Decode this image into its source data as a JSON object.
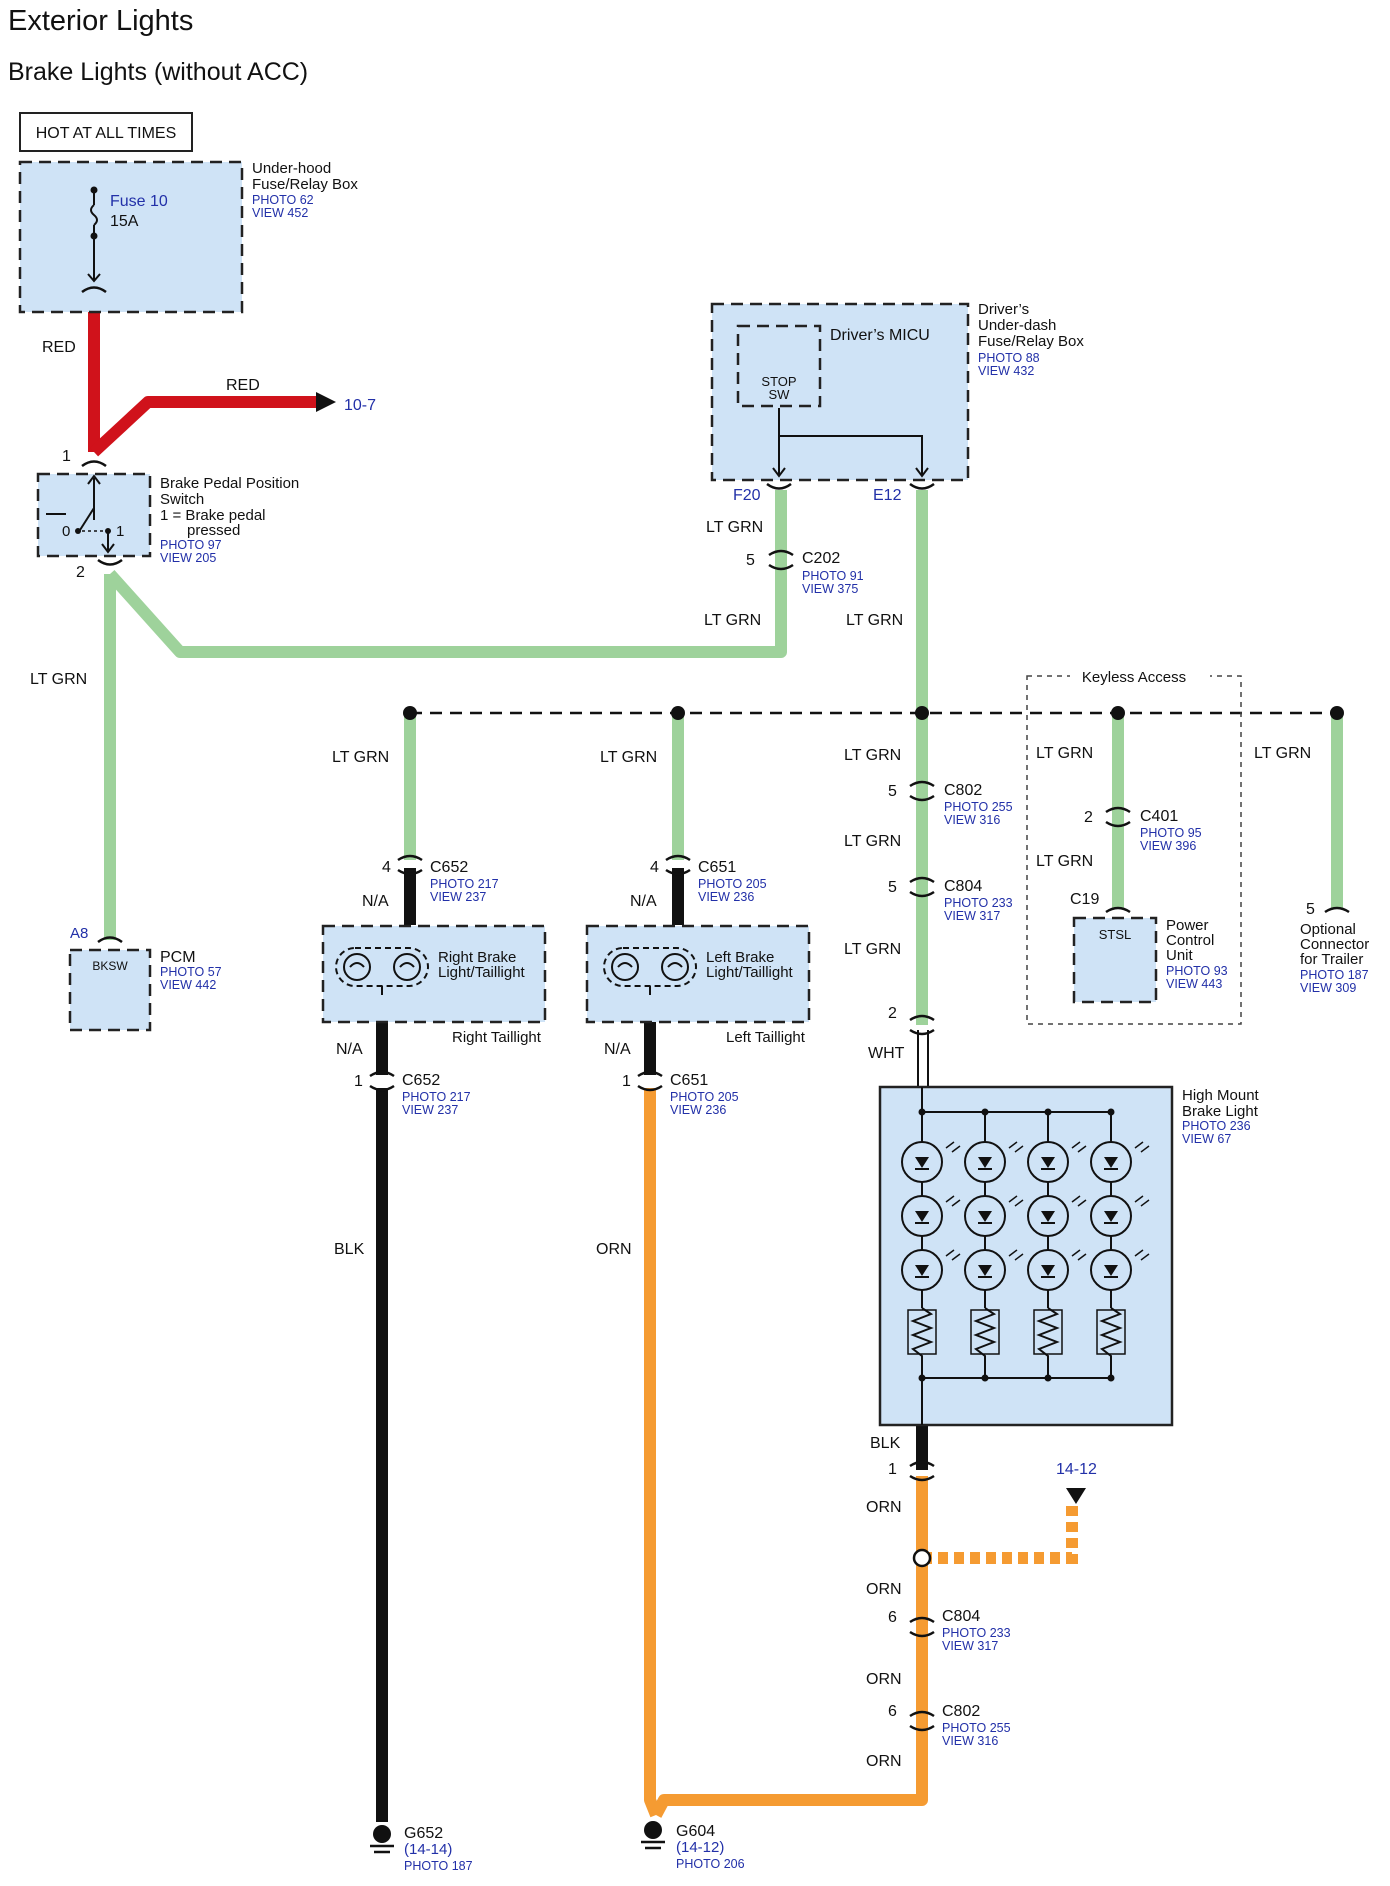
{
  "title": "Exterior Lights",
  "subtitle": "Brake Lights (without ACC)",
  "hot_label": "HOT AT ALL TIMES",
  "underhood": {
    "name1": "Under-hood",
    "name2": "Fuse/Relay Box",
    "photo": "PHOTO 62",
    "view": "VIEW 452",
    "fuse": "Fuse 10",
    "amps": "15A"
  },
  "micu": {
    "box1": "Driver’s",
    "box2": "Under-dash",
    "box3": "Fuse/Relay Box",
    "photo": "PHOTO 88",
    "view": "VIEW 432",
    "inner": "Driver’s MICU",
    "sw1": "STOP",
    "sw2": "SW",
    "pin_f20": "F20",
    "pin_e12": "E12"
  },
  "bpp": {
    "name1": "Brake Pedal Position",
    "name2": "Switch",
    "desc1": "1 = Brake pedal",
    "desc2": "pressed",
    "photo": "PHOTO 97",
    "view": "VIEW 205",
    "pin1": "1",
    "pin2": "2",
    "pos0": "0",
    "pos1": "1"
  },
  "pcm": {
    "name": "PCM",
    "photo": "PHOTO 57",
    "view": "VIEW 442",
    "pin": "A8",
    "inner": "BKSW"
  },
  "right_light": {
    "name1": "Right Brake",
    "name2": "Light/Taillight",
    "tail": "Right Taillight"
  },
  "left_light": {
    "name1": "Left Brake",
    "name2": "Light/Taillight",
    "tail": "Left Taillight"
  },
  "hmsl": {
    "name1": "High Mount",
    "name2": "Brake Light",
    "photo": "PHOTO 236",
    "view": "VIEW 67"
  },
  "keyless": {
    "label": "Keyless Access"
  },
  "pcu": {
    "name1": "Power",
    "name2": "Control",
    "name3": "Unit",
    "photo": "PHOTO 93",
    "view": "VIEW 443",
    "inner": "STSL",
    "conn": "C19"
  },
  "trailer": {
    "name1": "Optional",
    "name2": "Connector",
    "name3": "for Trailer",
    "photo": "PHOTO 187",
    "view": "VIEW 309",
    "pin": "5"
  },
  "refs": {
    "r10_7": "10-7",
    "r14_12": "14-12"
  },
  "wires": {
    "red": "RED",
    "ltgrn": "LT GRN",
    "na": "N/A",
    "blk": "BLK",
    "orn": "ORN",
    "wht": "WHT"
  },
  "connectors": {
    "c202": {
      "name": "C202",
      "pin": "5",
      "photo": "PHOTO 91",
      "view": "VIEW 375"
    },
    "c652a": {
      "name": "C652",
      "pin": "4",
      "photo": "PHOTO 217",
      "view": "VIEW 237"
    },
    "c651a": {
      "name": "C651",
      "pin": "4",
      "photo": "PHOTO 205",
      "view": "VIEW 236"
    },
    "c652b": {
      "name": "C652",
      "pin": "1",
      "photo": "PHOTO 217",
      "view": "VIEW 237"
    },
    "c651b": {
      "name": "C651",
      "pin": "1",
      "photo": "PHOTO 205",
      "view": "VIEW 236"
    },
    "c802a": {
      "name": "C802",
      "pin": "5",
      "photo": "PHOTO 255",
      "view": "VIEW 316"
    },
    "c804a": {
      "name": "C804",
      "pin": "5",
      "photo": "PHOTO 233",
      "view": "VIEW 317"
    },
    "c401": {
      "name": "C401",
      "pin": "2",
      "photo": "PHOTO 95",
      "view": "VIEW 396"
    },
    "hm_pin2": {
      "pin": "2"
    },
    "hm_pin1": {
      "pin": "1"
    },
    "c804b": {
      "name": "C804",
      "pin": "6",
      "photo": "PHOTO 233",
      "view": "VIEW 317"
    },
    "c802b": {
      "name": "C802",
      "pin": "6",
      "photo": "PHOTO 255",
      "view": "VIEW 316"
    }
  },
  "grounds": {
    "g652": {
      "name": "G652",
      "ref": "(14-14)",
      "photo": "PHOTO 187"
    },
    "g604": {
      "name": "G604",
      "ref": "(14-12)",
      "photo": "PHOTO 206"
    }
  }
}
